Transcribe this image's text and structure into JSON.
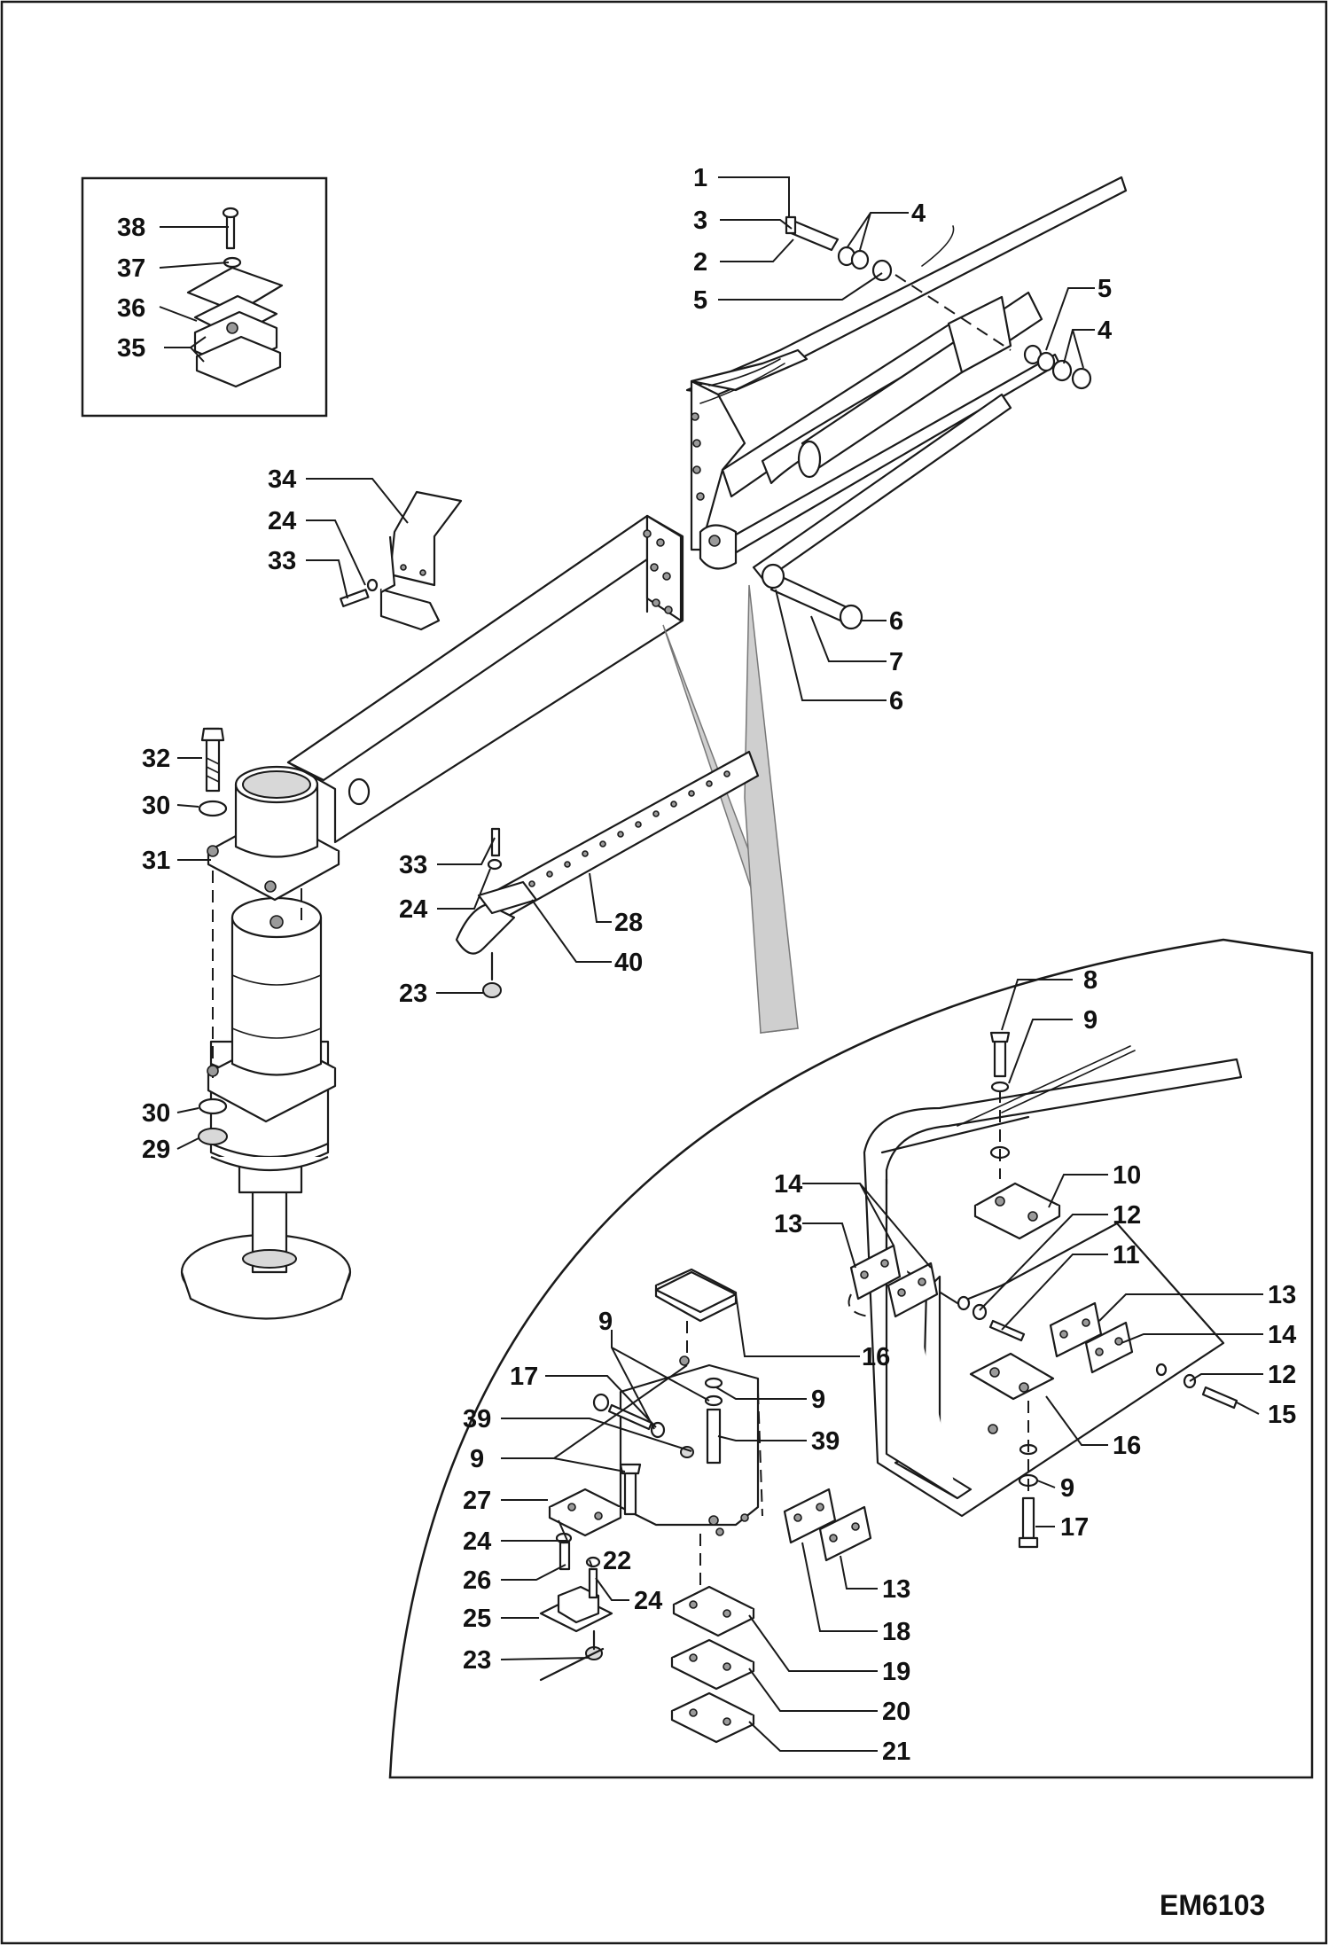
{
  "diagram_code": "EM6103",
  "labels": {
    "l1": "1",
    "l2": "2",
    "l3": "3",
    "l4a": "4",
    "l4b": "4",
    "l5a": "5",
    "l5b": "5",
    "l6a": "6",
    "l6b": "6",
    "l7": "7",
    "l8": "8",
    "l9a": "9",
    "l9b": "9",
    "l9c": "9",
    "l9d": "9",
    "l9e": "9",
    "l10": "10",
    "l11": "11",
    "l12a": "12",
    "l12b": "12",
    "l13a": "13",
    "l13b": "13",
    "l13c": "13",
    "l14a": "14",
    "l14b": "14",
    "l15": "15",
    "l16a": "16",
    "l16b": "16",
    "l17a": "17",
    "l17b": "17",
    "l18": "18",
    "l19": "19",
    "l20": "20",
    "l21": "21",
    "l22": "22",
    "l23a": "23",
    "l23b": "23",
    "l24a": "24",
    "l24b": "24",
    "l24c": "24",
    "l24d": "24",
    "l25": "25",
    "l26": "26",
    "l27": "27",
    "l28": "28",
    "l29": "29",
    "l30a": "30",
    "l30b": "30",
    "l31": "31",
    "l32": "32",
    "l33a": "33",
    "l33b": "33",
    "l34": "34",
    "l35": "35",
    "l36": "36",
    "l37": "37",
    "l38": "38",
    "l39a": "39",
    "l39b": "39",
    "l40": "40"
  }
}
